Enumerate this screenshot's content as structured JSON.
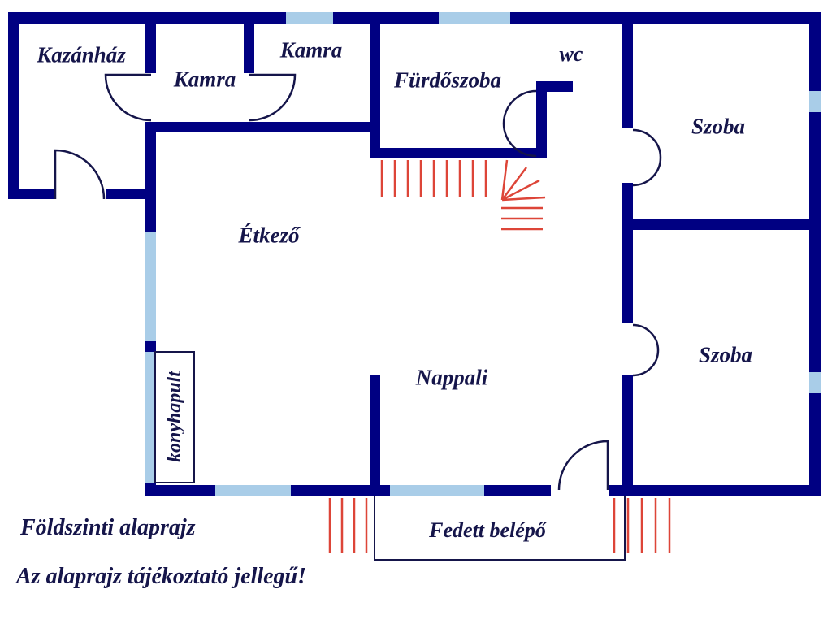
{
  "colors": {
    "wall": "#000082",
    "window": "#a9cde8",
    "stairs": "#dd4538",
    "line": "#15154a",
    "text": "#15154a",
    "background": "#ffffff"
  },
  "rooms": {
    "kazanhaz": "Kazánház",
    "kamra1": "Kamra",
    "kamra2": "Kamra",
    "furdoszoba": "Fürdőszoba",
    "wc": "wc",
    "szoba_top": "Szoba",
    "szoba_bottom": "Szoba",
    "etkezo": "Étkező",
    "nappali": "Nappali",
    "konyhapult": "konyhapult",
    "fedett_belepo": "Fedett belépő"
  },
  "captions": {
    "line1": "Földszinti alaprajz",
    "line2": "Az alaprajz tájékoztató jellegű!"
  }
}
